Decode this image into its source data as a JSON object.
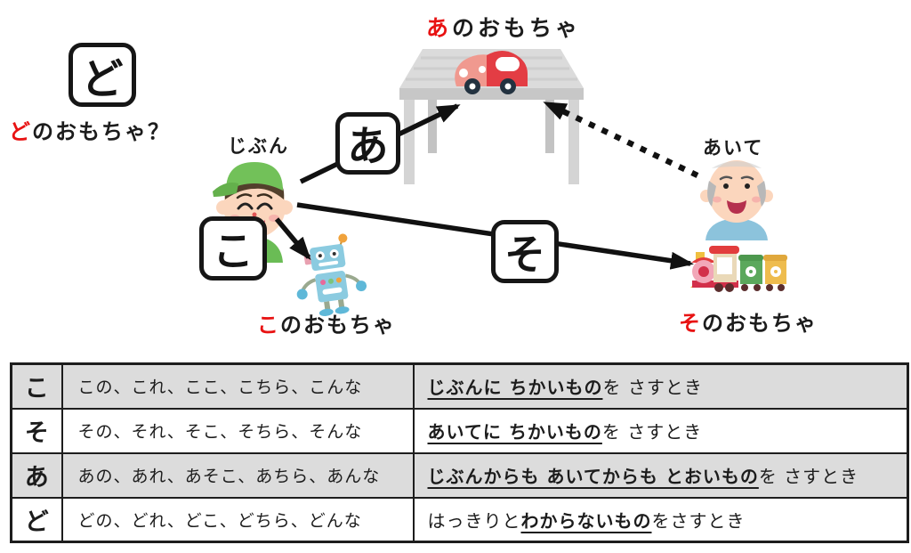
{
  "diagram": {
    "heading": {
      "red": "あ",
      "rest": "のおもちゃ"
    },
    "do_box_kana": "ど",
    "do_question": {
      "red": "ど",
      "rest": "のおもちゃ？"
    },
    "a_box_kana": "あ",
    "ko_box_kana": "こ",
    "so_box_kana": "そ",
    "jibun_label": "じぶん",
    "aite_label": "あいて",
    "kono_label": {
      "red": "こ",
      "rest": "のおもちゃ"
    },
    "sono_label": {
      "red": "そ",
      "rest": "のおもちゃ"
    },
    "illustrations": {
      "boy": "boy-with-green-cap",
      "man": "bald-man",
      "car": "red-toy-car-on-table",
      "table": "gray-table",
      "robot": "blue-toy-robot",
      "train": "toy-train"
    },
    "colors": {
      "accent_red": "#e81212",
      "arrow_black": "#111111",
      "box_border": "#161616",
      "table_gray": "#dbdbdb"
    }
  },
  "table": {
    "shade_color": "#dcdcdc",
    "rows": [
      {
        "kana": "こ",
        "words": "この、これ、ここ、こちら、こんな",
        "usage_prefix": "",
        "usage_underlined": "じぶんに ちかいもの",
        "usage_rest": "を さすとき"
      },
      {
        "kana": "そ",
        "words": "その、それ、そこ、そちら、そんな",
        "usage_prefix": "",
        "usage_underlined": "あいてに ちかいもの",
        "usage_rest": "を さすとき"
      },
      {
        "kana": "あ",
        "words": "あの、あれ、あそこ、あちら、あんな",
        "usage_prefix": "",
        "usage_underlined": "じぶんからも あいてからも とおいもの",
        "usage_rest": "を さすとき"
      },
      {
        "kana": "ど",
        "words": "どの、どれ、どこ、どちら、どんな",
        "usage_prefix": "はっきりと",
        "usage_underlined": "わからないもの",
        "usage_rest": "をさすとき"
      }
    ]
  }
}
